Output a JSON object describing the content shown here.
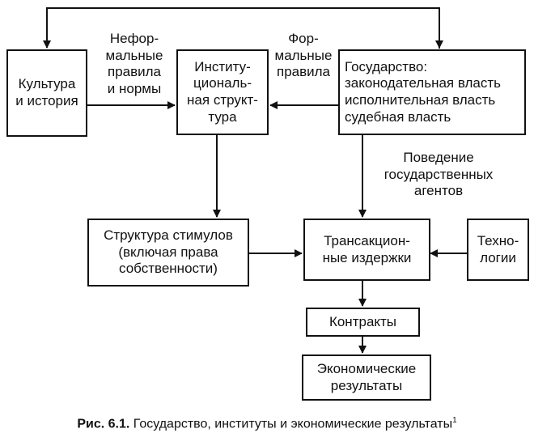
{
  "nodes": {
    "culture": {
      "lines": [
        "Культура",
        "и история"
      ]
    },
    "institutional": {
      "lines": [
        "Институ-",
        "циональ-",
        "ная структ-",
        "тура"
      ]
    },
    "state": {
      "lines": [
        "Государство:",
        "законодательная власть",
        "исполнительная власть",
        "судебная власть"
      ]
    },
    "incentives": {
      "lines": [
        "Структура стимулов",
        "(включая права",
        "собственности)"
      ]
    },
    "transaction": {
      "lines": [
        "Трансакцион-",
        "ные издержки"
      ]
    },
    "technology": {
      "lines": [
        "Техно-",
        "логии"
      ]
    },
    "contracts": {
      "lines": [
        "Контракты"
      ]
    },
    "results": {
      "lines": [
        "Экономические",
        "результаты"
      ]
    }
  },
  "edge_labels": {
    "informal": {
      "lines": [
        "Нефор-",
        "мальные",
        "правила",
        "и нормы"
      ]
    },
    "formal": {
      "lines": [
        "Фор-",
        "мальные",
        "правила"
      ]
    },
    "behavior": {
      "lines": [
        "Поведение",
        "государственных",
        "агентов"
      ]
    }
  },
  "caption": {
    "number": "Рис. 6.1.",
    "text": " Государство, институты и экономические результаты",
    "footnote": "1"
  }
}
